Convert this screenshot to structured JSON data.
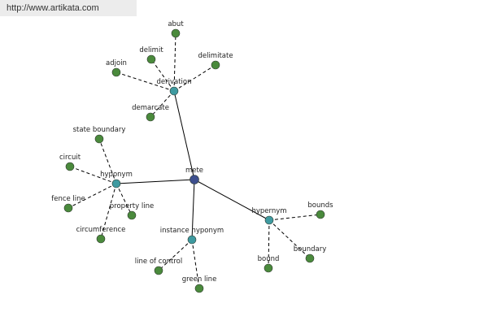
{
  "source": {
    "url_text": "http://www.artikata.com"
  },
  "colors": {
    "background": "#ffffff",
    "badge": "#ececec",
    "root_node": "#3d4f8e",
    "relation_node": "#3e9aa0",
    "term_node": "#4a8a3c",
    "edge": "#000000"
  },
  "graph": {
    "root": {
      "id": "root",
      "label": "mete"
    },
    "relations": [
      {
        "id": "derivation",
        "label": "derivation"
      },
      {
        "id": "hyponym",
        "label": "hyponym"
      },
      {
        "id": "instance-hyponym",
        "label": "instance hyponym"
      },
      {
        "id": "hypernym",
        "label": "hypernym"
      }
    ],
    "terms": [
      {
        "id": "abut",
        "label": "abut",
        "relation": "derivation"
      },
      {
        "id": "delimit",
        "label": "delimit",
        "relation": "derivation"
      },
      {
        "id": "delimitate",
        "label": "delimitate",
        "relation": "derivation"
      },
      {
        "id": "adjoin",
        "label": "adjoin",
        "relation": "derivation"
      },
      {
        "id": "demarcate",
        "label": "demarcate",
        "relation": "derivation"
      },
      {
        "id": "state-boundary",
        "label": "state boundary",
        "relation": "hyponym"
      },
      {
        "id": "circuit",
        "label": "circuit",
        "relation": "hyponym"
      },
      {
        "id": "fence-line",
        "label": "fence line",
        "relation": "hyponym"
      },
      {
        "id": "property-line",
        "label": "property line",
        "relation": "hyponym"
      },
      {
        "id": "circumference",
        "label": "circumference",
        "relation": "hyponym"
      },
      {
        "id": "line-of-control",
        "label": "line of control",
        "relation": "instance-hyponym"
      },
      {
        "id": "green-line",
        "label": "green line",
        "relation": "instance-hyponym"
      },
      {
        "id": "bounds",
        "label": "bounds",
        "relation": "hypernym"
      },
      {
        "id": "bound",
        "label": "bound",
        "relation": "hypernym"
      },
      {
        "id": "boundary",
        "label": "boundary",
        "relation": "hypernym"
      }
    ]
  }
}
